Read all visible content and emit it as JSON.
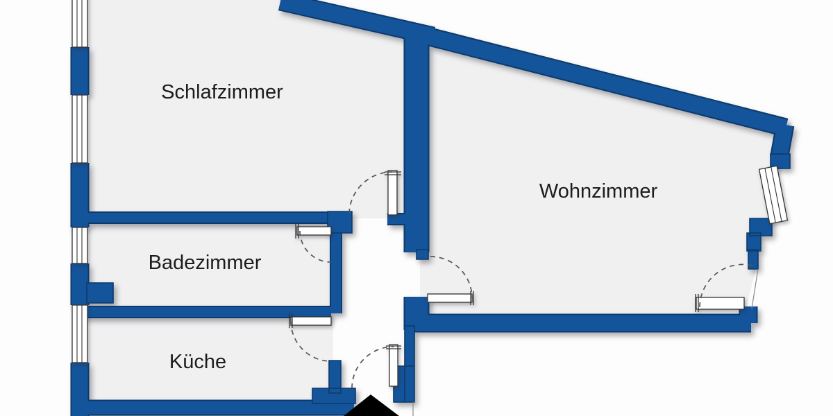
{
  "document": {
    "type": "apartment-floor-plan"
  },
  "colors": {
    "background": "#fdfdfd",
    "room-fill": "#f0f0f1",
    "wall": "#13549b",
    "wall-outline": "#0d3a6a",
    "frame-outline": "#333333",
    "door-arc": "#555555",
    "label": "#1c1c1c",
    "entrance-arrow": "#000000"
  },
  "rooms": [
    {
      "id": "schlafzimmer",
      "name": "Schlafzimmer"
    },
    {
      "id": "wohnzimmer",
      "name": "Wohnzimmer"
    },
    {
      "id": "badezimmer",
      "name": "Badezimmer"
    },
    {
      "id": "kueche",
      "name": "Küche"
    }
  ],
  "features": {
    "doors": [
      "schlafzimmer-door",
      "badezimmer-door",
      "kueche-door",
      "wohnzimmer-door",
      "balcony-door",
      "entrance-door"
    ],
    "windows": [
      "left-window-1",
      "left-window-2",
      "left-window-3",
      "left-window-4",
      "east-window"
    ],
    "entrance_marker": "entrance-arrow"
  }
}
